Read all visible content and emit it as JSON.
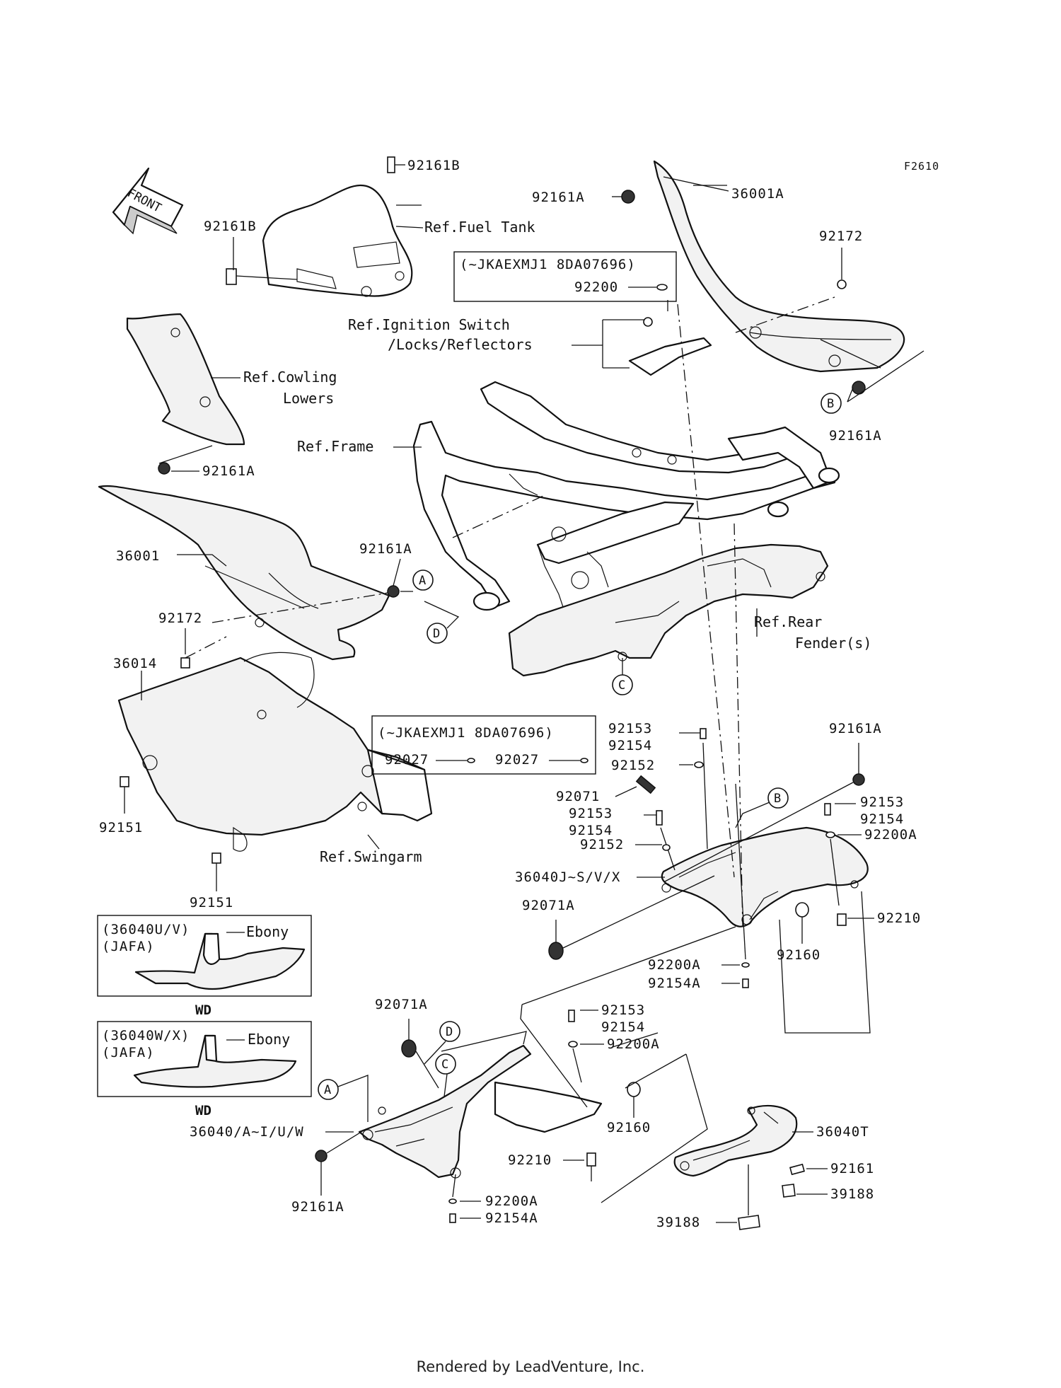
{
  "figure_code": "F2610",
  "front_label": "FRONT",
  "refs": {
    "fuel_tank": "Ref.Fuel Tank",
    "ignition_line1": "Ref.Ignition Switch",
    "ignition_line2": "/Locks/Reflectors",
    "cowling_line1": "Ref.Cowling",
    "cowling_line2": "Lowers",
    "frame": "Ref.Frame",
    "rear_fender_line1": "Ref.Rear",
    "rear_fender_line2": "Fender(s)",
    "swingarm": "Ref.Swingarm"
  },
  "serial_boxes": [
    {
      "serial": "(~JKAEXMJ1 8DA07696)",
      "parts": [
        "92200"
      ]
    },
    {
      "serial": "(~JKAEXMJ1 8DA07696)",
      "parts": [
        "92027",
        "92027"
      ]
    }
  ],
  "variant_boxes": [
    {
      "models": "(36040U/V)",
      "market": "(JAFA)",
      "color": "Ebony",
      "caption": "WD"
    },
    {
      "models": "(36040W/X)",
      "market": "(JAFA)",
      "color": "Ebony",
      "caption": "WD"
    }
  ],
  "callouts": [
    "A",
    "B",
    "C",
    "D"
  ],
  "part_labels": [
    "92161B",
    "92161B",
    "92161A",
    "36001A",
    "92172",
    "92161A",
    "92161A",
    "36001",
    "92161A",
    "92172",
    "36014",
    "92151",
    "92151",
    "92153",
    "92154",
    "92152",
    "92161A",
    "92071",
    "92153",
    "92154",
    "92153",
    "92154",
    "92200A",
    "92152",
    "36040J~S/V/X",
    "92071A",
    "92210",
    "92160",
    "92200A",
    "92154A",
    "92071A",
    "92153",
    "92154",
    "92200A",
    "36040/A~I/U/W",
    "92160",
    "36040T",
    "92210",
    "92161",
    "39188",
    "39188",
    "92161A",
    "92200A",
    "92154A"
  ],
  "footer": "Rendered by LeadVenture, Inc."
}
